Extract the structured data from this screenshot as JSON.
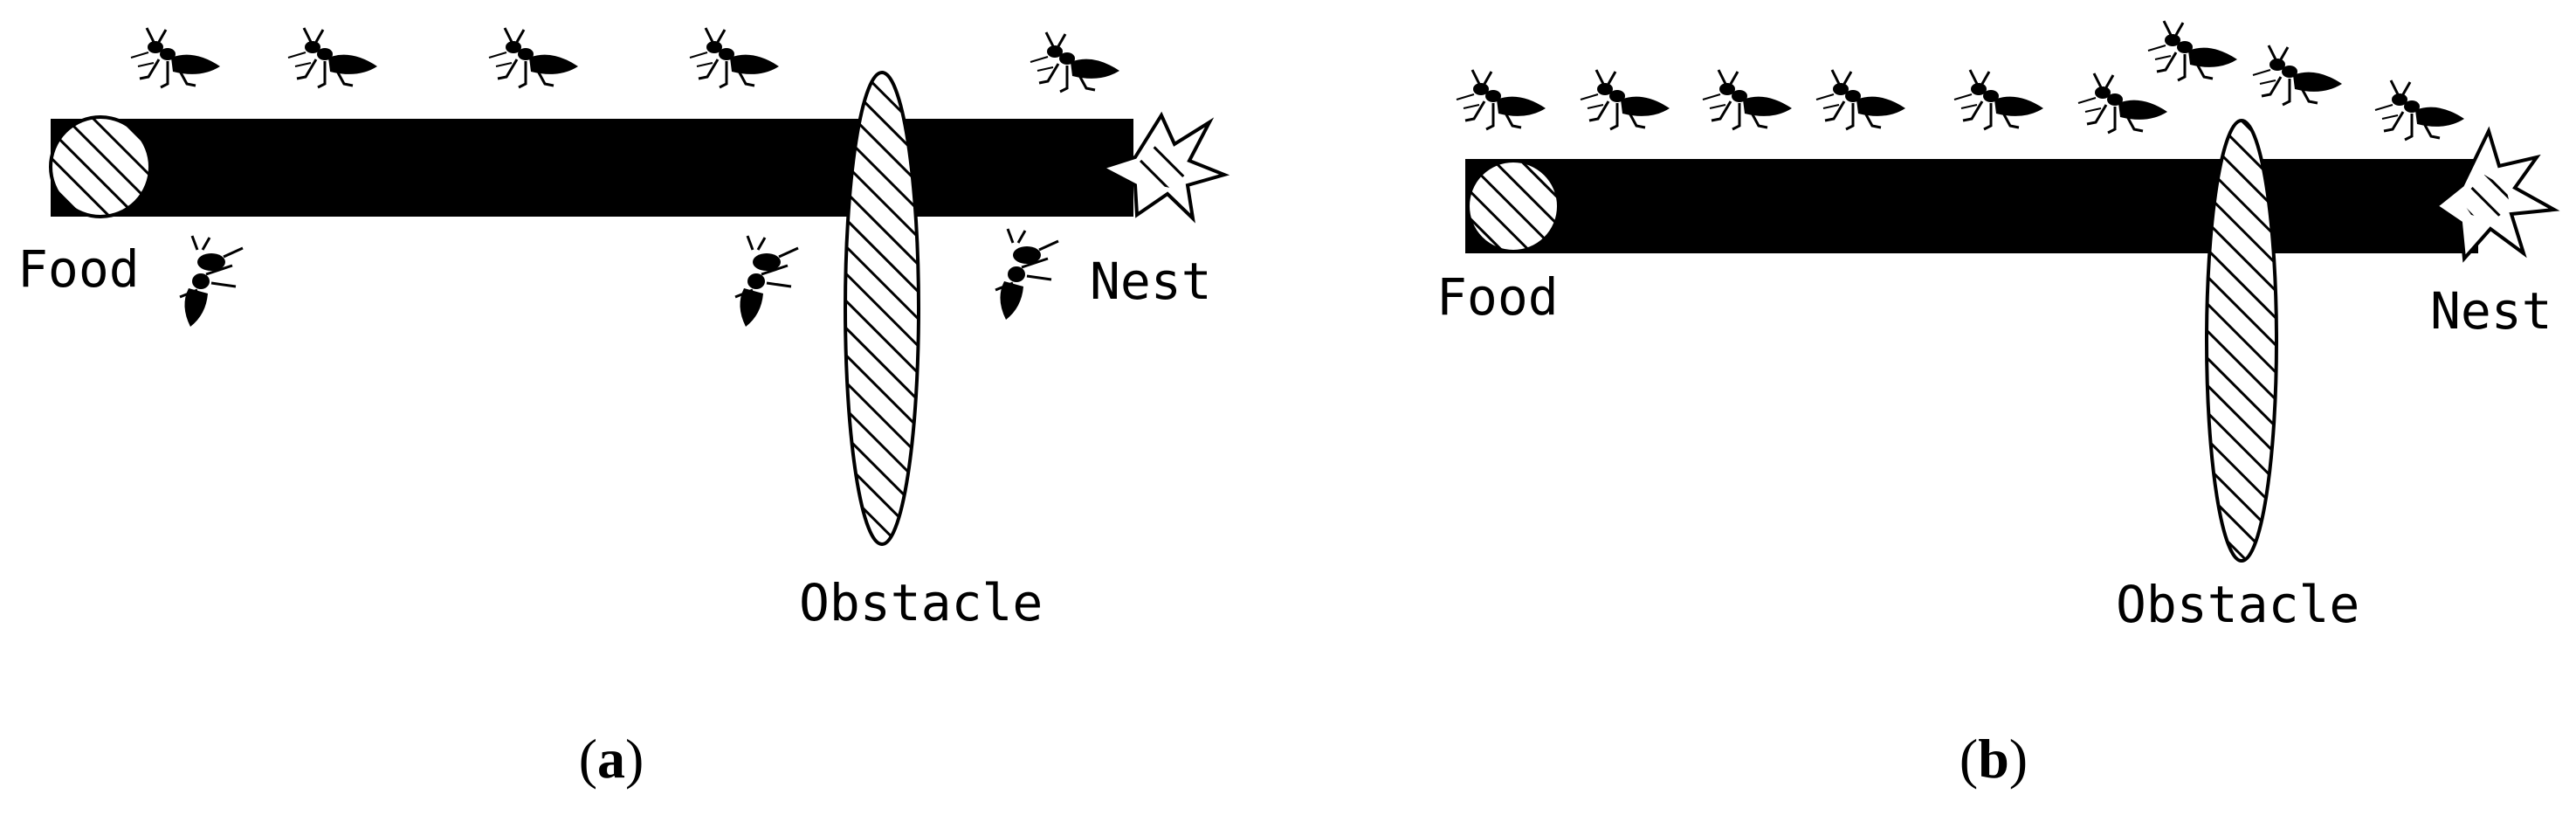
{
  "panels": [
    {
      "id": "a",
      "caption": "a",
      "labels": {
        "food": "Food",
        "nest": "Nest",
        "obstacle": "Obstacle"
      }
    },
    {
      "id": "b",
      "caption": "b",
      "labels": {
        "food": "Food",
        "nest": "Nest",
        "obstacle": "Obstacle"
      }
    }
  ],
  "colors": {
    "path": "#000000",
    "background": "#ffffff",
    "hatch": "#000000"
  },
  "icons": [
    "ant-icon",
    "food-icon",
    "nest-icon",
    "obstacle-icon"
  ]
}
